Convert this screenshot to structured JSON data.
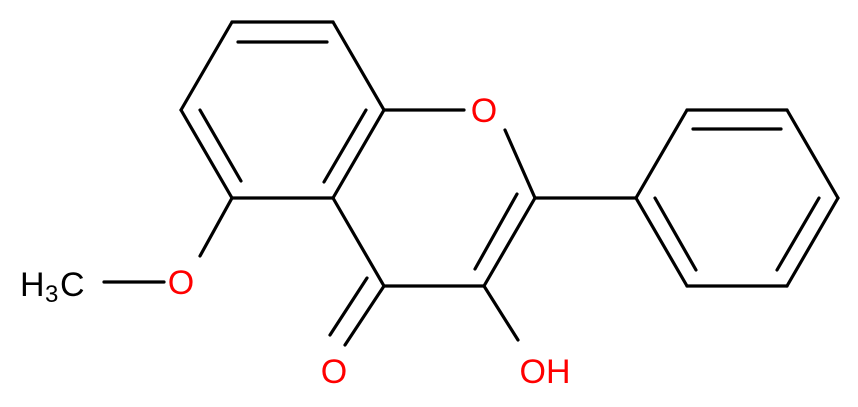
{
  "molecule": {
    "labels": {
      "ring_oxygen": "O",
      "methoxy_oxygen": "O",
      "methyl_H": "H",
      "methyl_sub": "3",
      "methyl_C": "C",
      "carbonyl_oxygen": "O",
      "hydroxyl": "OH"
    },
    "colors": {
      "bond": "#000000",
      "oxygen": "#ff0000",
      "carbon_hydrogen": "#000000"
    }
  }
}
